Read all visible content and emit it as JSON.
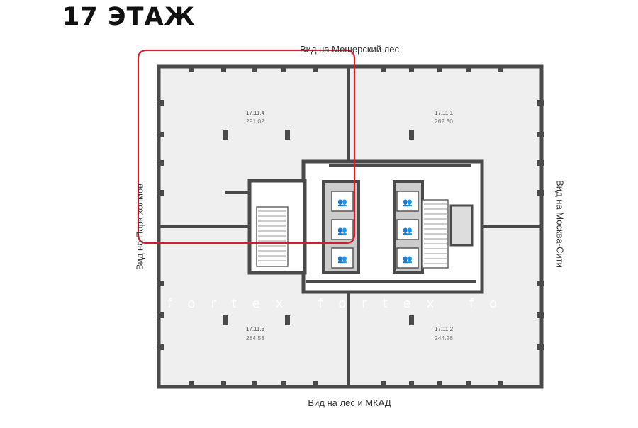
{
  "title": "17 ЭТАЖ",
  "views": {
    "top": "Вид на Мещерский лес",
    "bottom": "Вид на лес и МКАД",
    "left": "Вид на Парк холмов",
    "right": "Вид на Москва-Сити"
  },
  "watermark": "fortex fortex fo",
  "units": [
    {
      "id": "17.11.4",
      "area": "291.02",
      "selected": true
    },
    {
      "id": "17.11.1",
      "area": "262.30",
      "selected": false
    },
    {
      "id": "17.11.3",
      "area": "284.53",
      "selected": false
    },
    {
      "id": "17.11.2",
      "area": "244.28",
      "selected": false
    }
  ],
  "colors": {
    "wall": "#4a4a4a",
    "floor": "#efefef",
    "highlight": "#d0202a"
  }
}
